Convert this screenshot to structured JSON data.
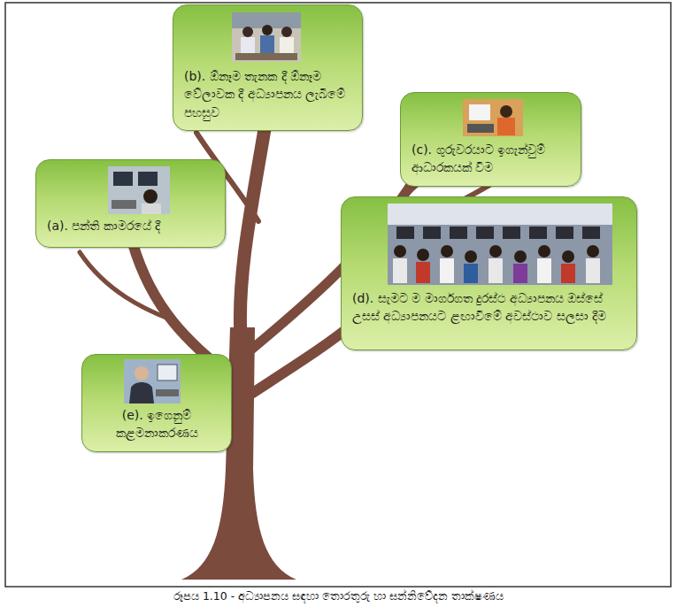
{
  "diagram": {
    "caption": "රූපය 1.10 - අධ්‍යාපනය සඳහා තොරතුරු හා සන්නිවේදන තාක්ෂණය",
    "nodes": [
      {
        "text": [
          "(b). ඕනෑම තැනක දී ඕනෑම වේලාවක දී අධ්‍යාපනය ලැබීමේ පහසුව"
        ]
      },
      {
        "text": [
          "(c). ගුරුවරයාට ඉගැන්වුම් ආධාරකයක් වීම"
        ]
      },
      {
        "text": [
          "(a). පන්ති කාමරයේ දී"
        ]
      },
      {
        "text": [
          "(d). සැමට ම මාර්ගගත දුරස්ථ අධ්‍යාපනය ඔස්සේ උසස් අධ්‍යාපනයට ළඟාවීමේ අවස්ථාව සලසා දීම"
        ]
      },
      {
        "text": [
          "(e). ඉගෙනුම් කළමනාකරණය"
        ]
      }
    ]
  }
}
